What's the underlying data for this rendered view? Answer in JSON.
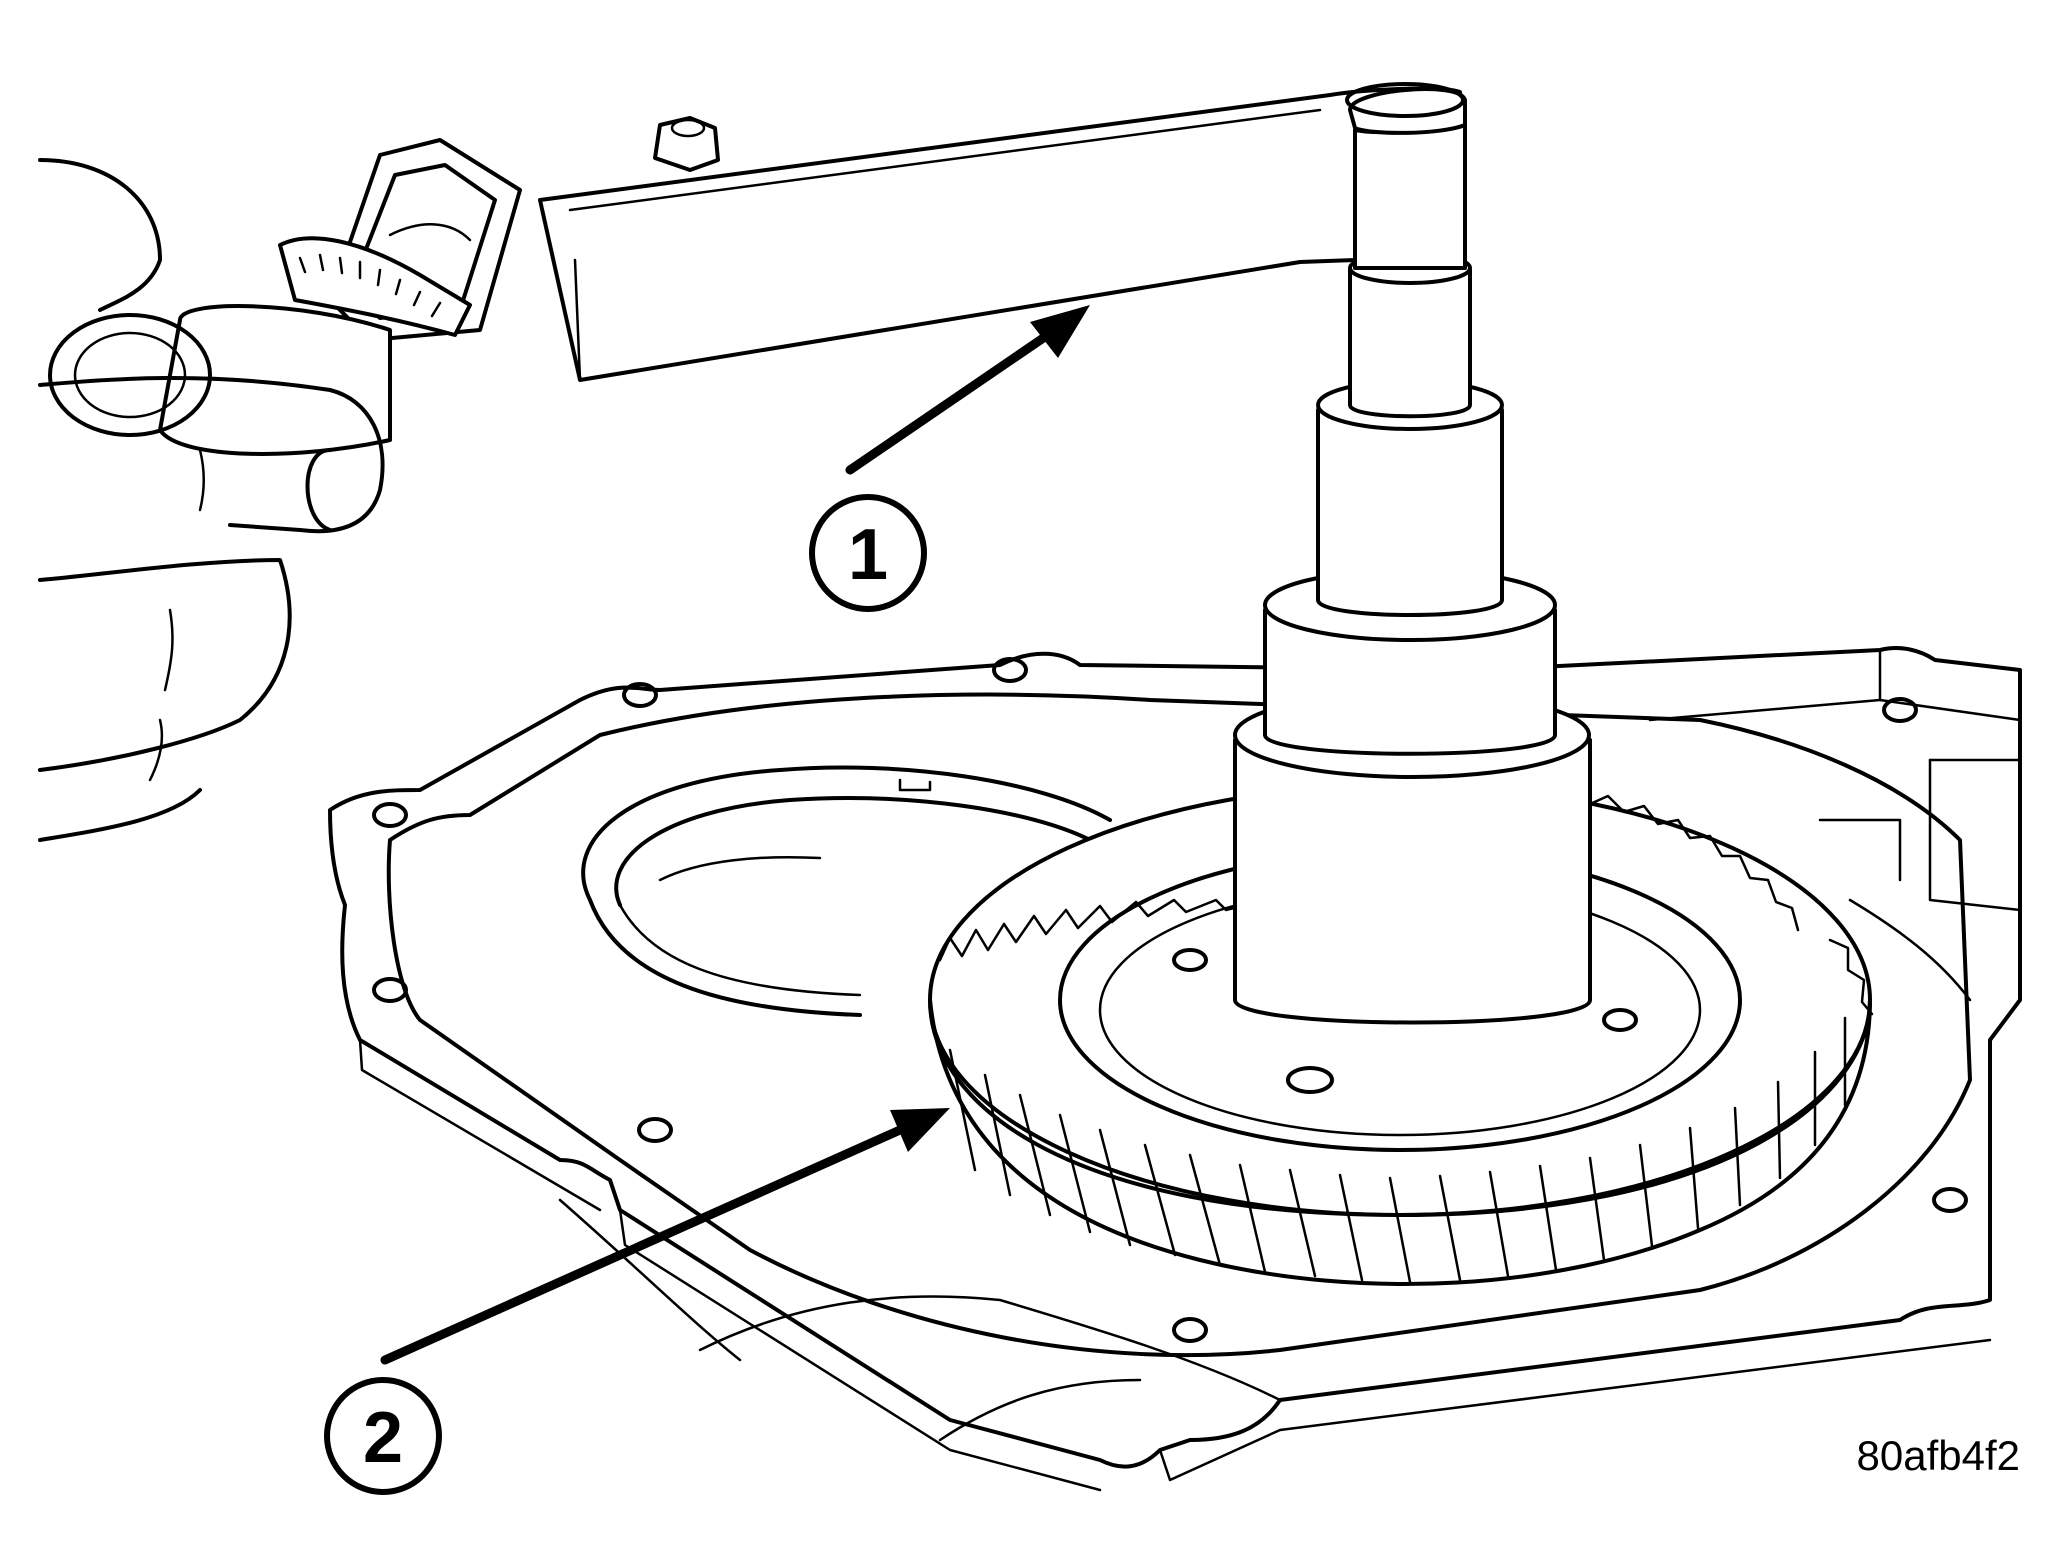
{
  "callouts": [
    {
      "number": "1",
      "part": "torque wrench"
    },
    {
      "number": "2",
      "part": "gear"
    }
  ],
  "figure_code": "80afb4f2"
}
